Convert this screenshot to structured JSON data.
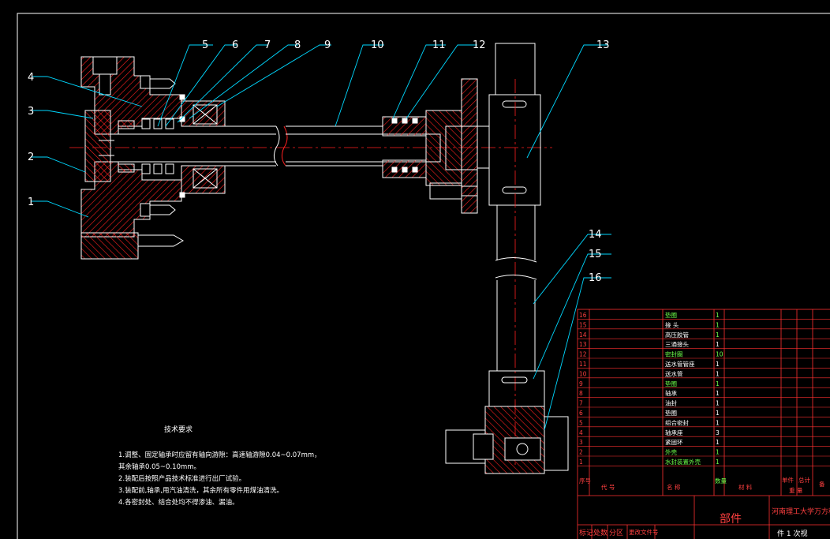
{
  "drawing": {
    "colors": {
      "background": "#000000",
      "outline": "#ffffff",
      "hatch": "#ff2020",
      "centerline": "#ff2020",
      "leader": "#00d8ff",
      "table_line": "#ff3030",
      "green_text": "#6cff4a"
    },
    "callouts": [
      "1",
      "2",
      "3",
      "4",
      "5",
      "6",
      "7",
      "8",
      "9",
      "10",
      "11",
      "12",
      "13",
      "14",
      "15",
      "16"
    ]
  },
  "notes": {
    "title": "技术要求",
    "lines": [
      "1.调整、固定轴承时应留有轴向游隙：高速轴游隙0.04~0.07mm，",
      "  其余轴承0.05~0.10mm。",
      "2.装配后按照产品技术标准进行出厂试验。",
      "3.装配前,轴承,用汽油清洗，其余所有零件用煤油清洗。",
      "4.各密封处、结合处均不得渗油、漏油。"
    ]
  },
  "parts_table": {
    "rows": [
      {
        "no": "16",
        "name": "垫圈",
        "qty": "1",
        "green": true
      },
      {
        "no": "15",
        "name": "接 头",
        "qty": "1",
        "green": false
      },
      {
        "no": "14",
        "name": "高压胶管",
        "qty": "1",
        "green": false
      },
      {
        "no": "13",
        "name": "三通接头",
        "qty": "1",
        "green": false
      },
      {
        "no": "12",
        "name": "密封圈",
        "qty": "10",
        "green": true
      },
      {
        "no": "11",
        "name": "送水管管座",
        "qty": "1",
        "green": false
      },
      {
        "no": "10",
        "name": "送水管",
        "qty": "1",
        "green": false
      },
      {
        "no": "9",
        "name": "垫圈",
        "qty": "1",
        "green": true
      },
      {
        "no": "8",
        "name": "轴承",
        "qty": "1",
        "green": false
      },
      {
        "no": "7",
        "name": "油封",
        "qty": "1",
        "green": false
      },
      {
        "no": "6",
        "name": "垫圈",
        "qty": "1",
        "green": false
      },
      {
        "no": "5",
        "name": "组合密封",
        "qty": "1",
        "green": false
      },
      {
        "no": "4",
        "name": "轴承座",
        "qty": "3",
        "green": false
      },
      {
        "no": "3",
        "name": "紧固环",
        "qty": "1",
        "green": false
      },
      {
        "no": "2",
        "name": "外壳",
        "qty": "1",
        "green": true
      },
      {
        "no": "1",
        "name": "水封装置外壳",
        "qty": "1",
        "green": true
      }
    ],
    "headers": {
      "no": "序号",
      "code": "代 号",
      "name": "名 称",
      "qty": "数量",
      "material": "材 料",
      "unit_w": "单件",
      "total_w": "总计",
      "weight": "重 量",
      "remark": "备"
    },
    "title_block": {
      "part": "部件",
      "org": "河南理工大学万方科技学",
      "bottom_left": [
        "标记",
        "处数",
        "分区",
        "更改文件号"
      ],
      "bottom_right": "件 1 次视"
    }
  }
}
